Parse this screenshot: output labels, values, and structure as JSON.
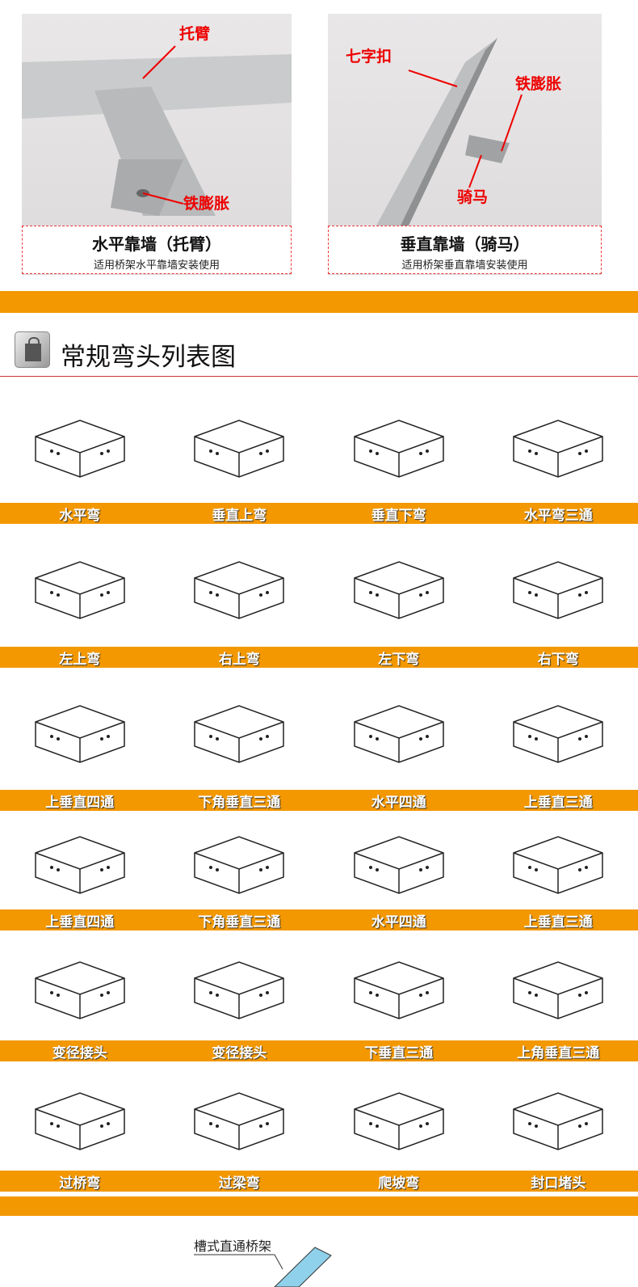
{
  "top_photos": [
    {
      "title": "水平靠墙（托臂）",
      "subtitle": "适用桥架水平靠墙安装使用",
      "callouts": [
        "托臂",
        "铁膨胀"
      ]
    },
    {
      "title": "垂直靠墙（骑马）",
      "subtitle": "适用桥架垂直靠墙安装使用",
      "callouts": [
        "七字扣",
        "铁膨胀",
        "骑马"
      ]
    }
  ],
  "section": {
    "title": "常规弯头列表图",
    "icon": "shopping-bag-icon"
  },
  "rows": [
    [
      "水平弯",
      "垂直上弯",
      "垂直下弯",
      "水平弯三通"
    ],
    [
      "左上弯",
      "右上弯",
      "左下弯",
      "右下弯"
    ],
    [
      "上垂直四通",
      "下角垂直三通",
      "水平四通",
      "上垂直三通"
    ],
    [
      "上垂直四通",
      "下角垂直三通",
      "水平四通",
      "上垂直三通"
    ],
    [
      "变径接头",
      "变径接头",
      "下垂直三通",
      "上角垂直三通"
    ],
    [
      "过桥弯",
      "过梁弯",
      "爬坡弯",
      "封口堵头"
    ]
  ],
  "bottom_label": "槽式直通桥架",
  "colors": {
    "band": "#f39800",
    "callout": "#e00000",
    "divider": "#cc3333"
  }
}
